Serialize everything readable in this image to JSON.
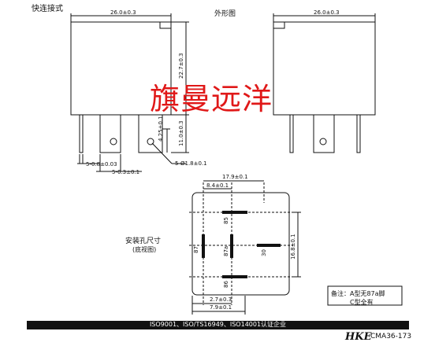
{
  "titles": {
    "quick_connect": "快连接式",
    "outline": "外形图",
    "mounting": "安装孔尺寸",
    "bottom_view": "(底视图)"
  },
  "watermark": "旗曼远洋",
  "dimensions": {
    "width_left": "26.0±0.3",
    "width_right": "26.0±0.3",
    "height": "22.7±0.3",
    "pin_len": "11.0±0.3",
    "tab_height": "4.25±0.1",
    "pin_w": "5-0.8±0.03",
    "pin_t": "5-6.3±0.1",
    "hole": "5-Ø1.8±0.1",
    "bv_total": "17.9±0.1",
    "bv_left": "8.4±0.1",
    "bv_height": "16.8±0.1",
    "bv_a": "2.7±0.3",
    "bv_b": "7.9±0.1"
  },
  "pins": {
    "p85": "85",
    "p87": "87",
    "p87a": "87a",
    "p30": "30",
    "p86": "86"
  },
  "note": {
    "line1": "备注：A型无87a脚",
    "line2": "C型全有"
  },
  "footer": {
    "certs": "ISO9001、ISO/TS16949、ISO14001认证企业",
    "brand": "HKE",
    "model": "CMA36-173"
  },
  "colors": {
    "watermark": "#e01818",
    "line": "#111111",
    "bar": "#111111"
  }
}
